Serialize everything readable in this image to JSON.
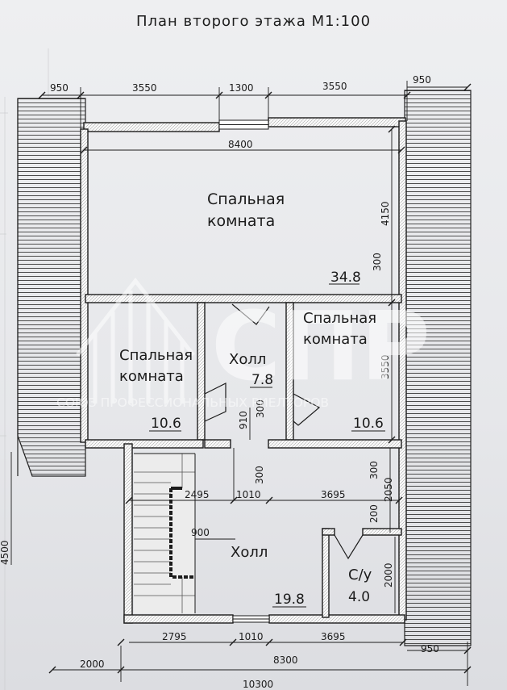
{
  "title": "План второго этажа М1:100",
  "rooms": {
    "bedroom_top": {
      "line1": "Спальная",
      "line2": "комната",
      "area": "34.8"
    },
    "bedroom_left": {
      "line1": "Спальная",
      "line2": "комната",
      "area": "10.6"
    },
    "bedroom_right": {
      "line1": "Спальная",
      "line2": "комната",
      "area": "10.6"
    },
    "hall_upper": {
      "name": "Холл",
      "area": "7.8"
    },
    "hall_lower": {
      "name": "Холл",
      "area": "19.8"
    },
    "wc": {
      "name": "С/у",
      "area": "4.0"
    }
  },
  "dims": {
    "top_950_left": "950",
    "top_3550_left": "3550",
    "top_1300": "1300",
    "top_3550_right": "3550",
    "top_950_right": "950",
    "w8400": "8400",
    "h4150": "4150",
    "h300_a": "300",
    "h3550": "3550",
    "d910": "910",
    "d300_b": "300",
    "h300_c": "300",
    "h300_d": "300",
    "h2050": "2050",
    "h200": "200",
    "w2495": "2495",
    "w1010_a": "1010",
    "w3695_a": "3695",
    "w900": "900",
    "h2000": "2000",
    "w2795": "2795",
    "w1010_b": "1010",
    "w3695_b": "3695",
    "w950_b": "950",
    "w2000": "2000",
    "w8300": "8300",
    "w10300": "10300",
    "edge_left": "4500"
  },
  "watermark": {
    "logo": "СПР",
    "text": "СОЮЗ ПРОФЕССИОНАЛЬНЫХ РИЕЛТОРОВ"
  }
}
